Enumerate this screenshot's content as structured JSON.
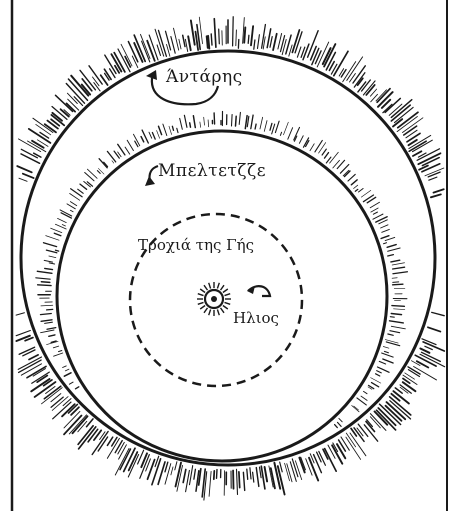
{
  "labels": {
    "outer_star": "Άντάρης",
    "inner_star": "Μπελτετζζε",
    "orbit": "Τροχιά της Γής",
    "sun": "Ηλιος"
  },
  "colors": {
    "ink": "#1a1a1a",
    "paper": "#ffffff"
  },
  "icons": {
    "sun": "sun-icon",
    "earth_motion_arrow": "curved-arrow-icon",
    "outer_star_arrow": "curved-arrow-icon",
    "inner_star_arrow": "curved-arrow-icon"
  }
}
